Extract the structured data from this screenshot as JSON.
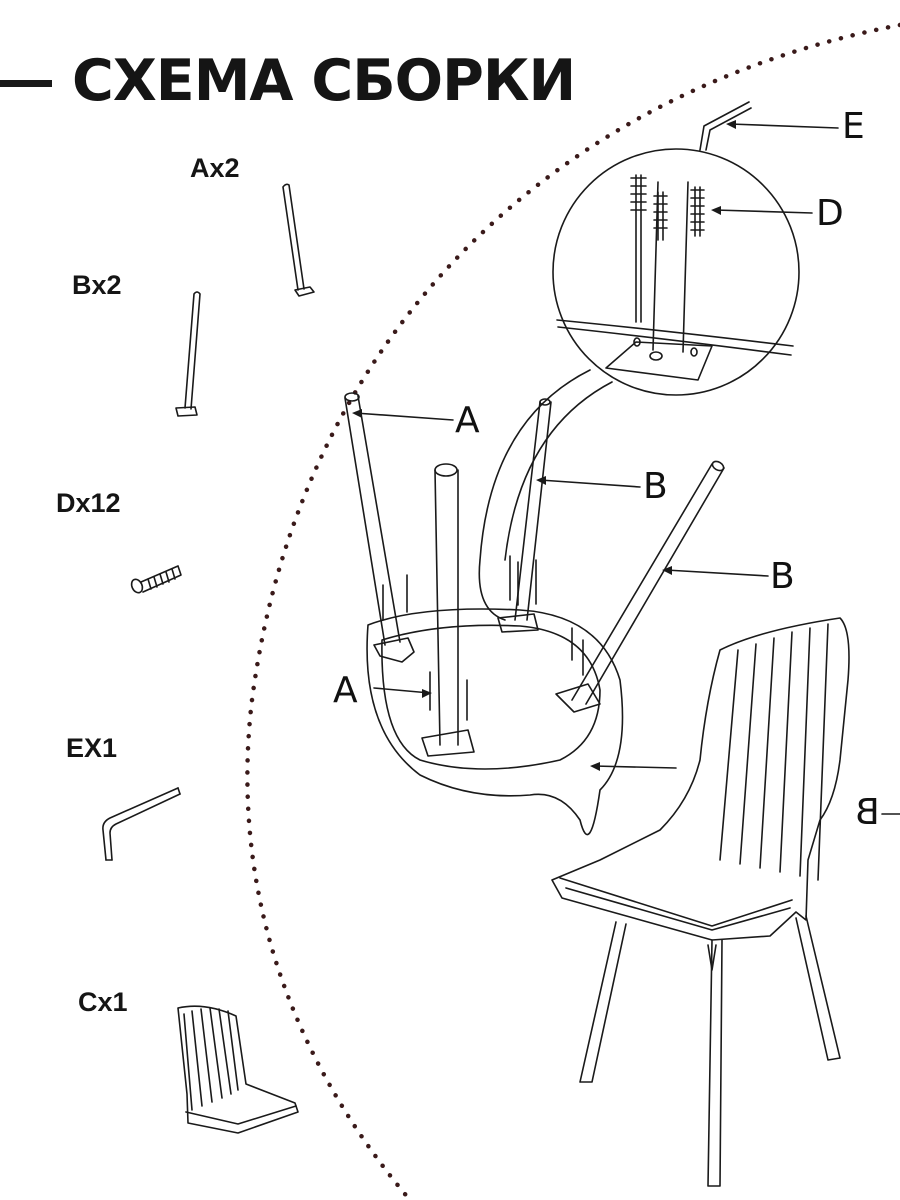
{
  "header": {
    "title": "СХЕМА СБОРКИ"
  },
  "parts": [
    {
      "label": "Ax2",
      "icon": "leg-a-icon"
    },
    {
      "label": "Bx2",
      "icon": "leg-b-icon"
    },
    {
      "label": "Dx12",
      "icon": "screw-icon"
    },
    {
      "label": "EX1",
      "icon": "hex-key-icon"
    },
    {
      "label": "Cx1",
      "icon": "seat-icon"
    }
  ],
  "callouts": {
    "a_top": "A",
    "a_bottom": "A",
    "b_mid": "B",
    "b_right": "B",
    "d": "D",
    "e": "E",
    "b_mirrored": "B"
  },
  "colors": {
    "ink": "#1a1a1a",
    "dots": "#3a1a1a",
    "background": "#ffffff"
  }
}
